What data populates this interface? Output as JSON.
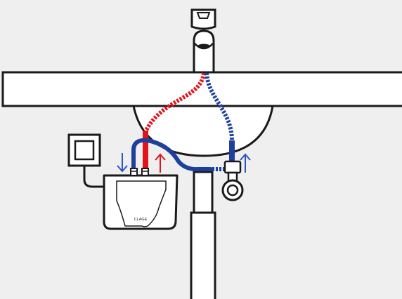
{
  "heater": {
    "brand": "CLAGE"
  },
  "colors": {
    "background": "#efefef",
    "outline": "#1a1a1a",
    "fill": "#ffffff",
    "cold": "#1f3f9e",
    "hot": "#e3121b",
    "arrow_cold": "#2a52c4",
    "arrow_hot": "#e3121b"
  },
  "icons": {
    "faucet": "faucet-icon",
    "wall_switch": "wall-switch-icon",
    "angle_valve": "angle-valve-icon",
    "water_heater": "instant-water-heater-icon"
  },
  "flow": {
    "cold_direction": "up-to-heater-and-down-into-it",
    "hot_direction": "up-to-faucet"
  }
}
